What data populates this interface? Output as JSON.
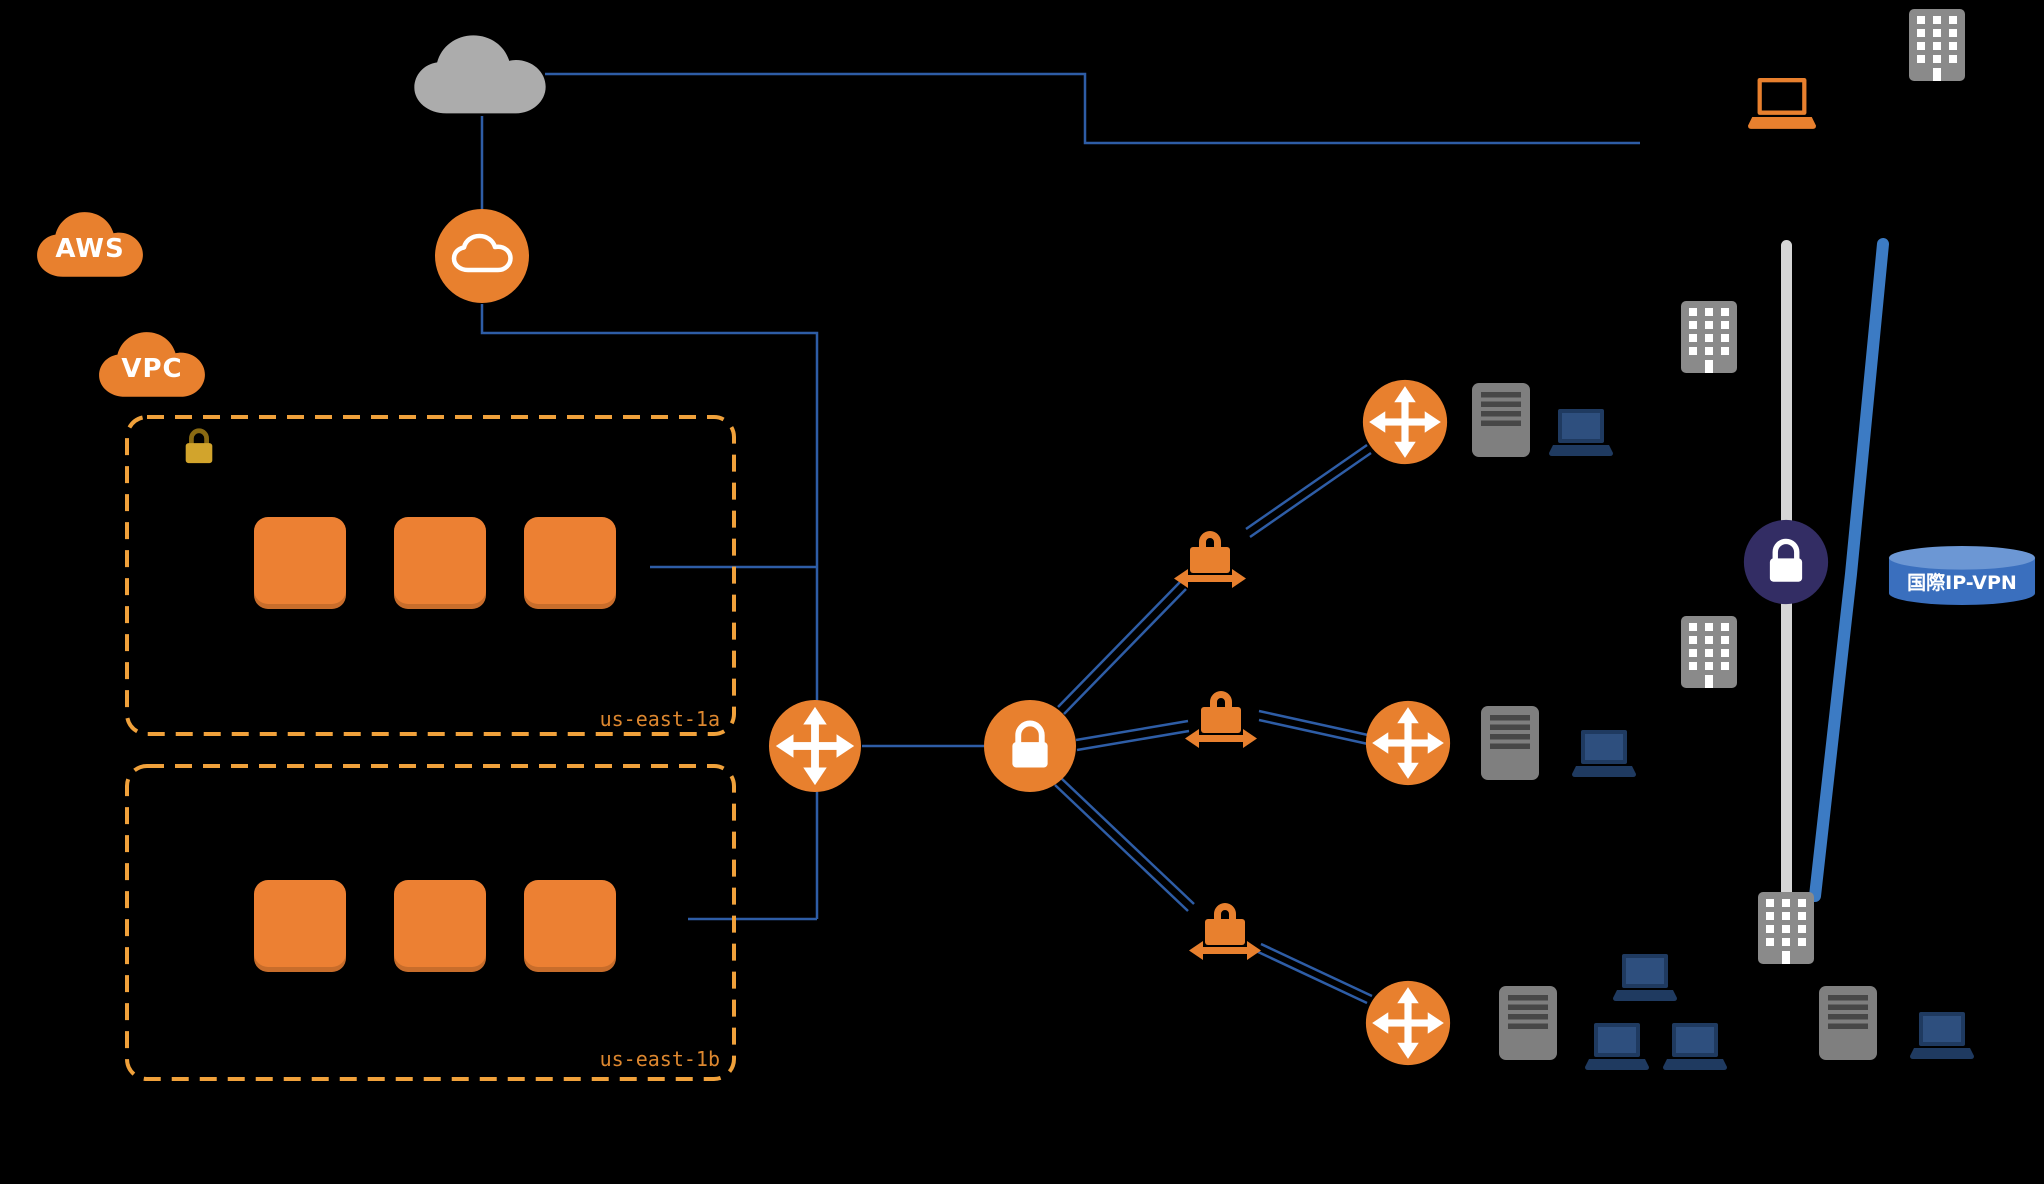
{
  "diagram": {
    "aws_label": "AWS",
    "vpc_label": "VPC",
    "zones": [
      {
        "id": "zone-a",
        "label": "us-east-1a",
        "instance_count": 3
      },
      {
        "id": "zone-b",
        "label": "us-east-1b",
        "instance_count": 3
      }
    ],
    "vpn_label": "国際IP-VPN",
    "colors": {
      "background": "#000000",
      "orange": "#E8802E",
      "instance_orange": "#EC8033",
      "zone_border_orange": "#F0A13B",
      "line_blue": "#2E5DA6",
      "vpn_thick_blue": "#3C7BC4",
      "gold_lock": "#C79B26",
      "navy_lock_circle": "#332D64",
      "laptop_navy": "#1F3A60",
      "server_gray": "#7F7F7F",
      "building_gray": "#8A8A8A",
      "internet_cloud_gray": "#ACACAC",
      "cylinder_blue": "#3A6FBE",
      "rail_gray": "#D6D6D6"
    },
    "icons": {
      "internet-cloud-icon": "cloud",
      "internet-gateway-icon": "cloud-in-circle",
      "aws-cloud-icon": "cloud",
      "vpc-cloud-icon": "cloud",
      "zone-lock-icon": "padlock",
      "ec2-instance-icon": "rounded-square",
      "virtual-private-gateway-icon": "circle-with-cross-arrows",
      "vpn-connection-icon": "circle-with-padlock",
      "customer-gateway-icon": "padlock-with-arrows",
      "router-icon": "circle-with-cross-arrows",
      "server-icon": "striped-server",
      "laptop-icon": "laptop",
      "building-icon": "windowed-building",
      "secure-gateway-icon": "circle-with-padlock",
      "ip-vpn-cylinder-icon": "cylinder"
    }
  }
}
